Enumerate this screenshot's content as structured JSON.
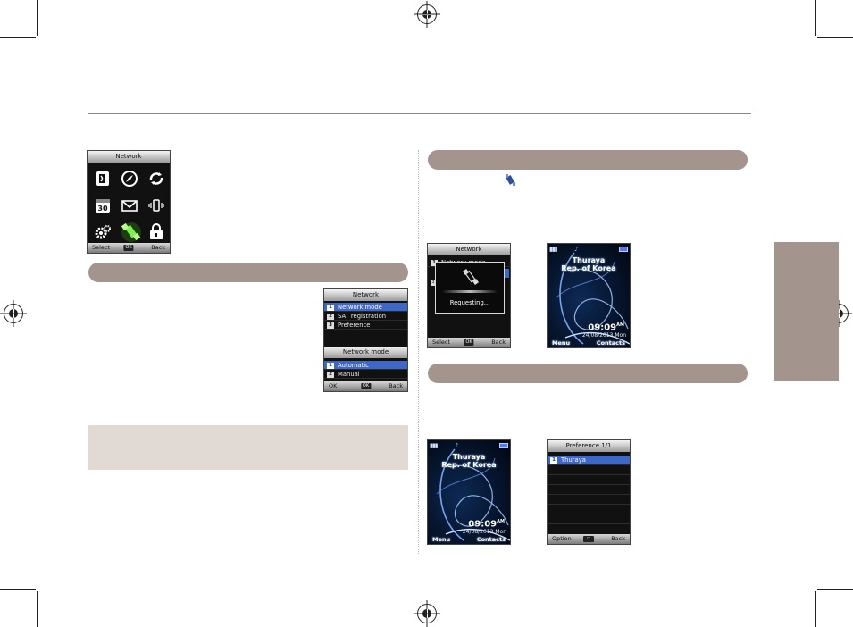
{
  "screens": {
    "network_menu": {
      "title": "Network",
      "softkeys": {
        "left": "Select",
        "center": "OK",
        "right": "Back"
      },
      "icons": [
        "calendar-book-icon",
        "compass-icon",
        "sync-icon",
        "calendar-30-icon",
        "envelope-icon",
        "vibrate-icon",
        "settings-gears-icon",
        "network-satellite-icon",
        "lock-icon"
      ],
      "calendar_day": "30"
    },
    "network_mode": {
      "title": "Network",
      "items": [
        {
          "num": "1",
          "label": "Network mode"
        },
        {
          "num": "2",
          "label": "SAT registration"
        },
        {
          "num": "3",
          "label": "Preference"
        }
      ],
      "sub_title": "Network mode",
      "sub_items": [
        {
          "num": "1",
          "label": "Automatic"
        },
        {
          "num": "2",
          "label": "Manual"
        }
      ],
      "softkeys": {
        "left": "OK",
        "center": "OK",
        "right": "Back"
      }
    },
    "requesting": {
      "title": "Network",
      "bg_items": [
        {
          "num": "1",
          "label": "Network mode"
        }
      ],
      "bg_extra_nums": [
        "2",
        "3"
      ],
      "message": "Requesting...",
      "softkeys": {
        "left": "Select",
        "center": "OK",
        "right": "Back"
      }
    },
    "idle_1": {
      "operator_line1": "Thuraya",
      "operator_line2": "Rep. of Korea",
      "time": "09:09",
      "ampm": "AM",
      "date": "24/08/2013  Mon",
      "softkeys": {
        "left": "Menu",
        "right": "Contacts"
      }
    },
    "idle_2": {
      "operator_line1": "Thuraya",
      "operator_line2": "Rep. of Korea",
      "time": "09:09",
      "ampm": "AM",
      "date": "24/08/2013  Mon",
      "softkeys": {
        "left": "Menu",
        "right": "Contacts"
      }
    },
    "preference": {
      "title": "Preference 1/1",
      "items": [
        {
          "num": "1",
          "label": "Thuraya"
        }
      ],
      "softkeys": {
        "left": "Option",
        "center": "",
        "right": "Back"
      }
    }
  },
  "colors": {
    "section_bar": "#a3948e",
    "note_box": "#e0d9d4",
    "selection": "#3f68c6"
  }
}
